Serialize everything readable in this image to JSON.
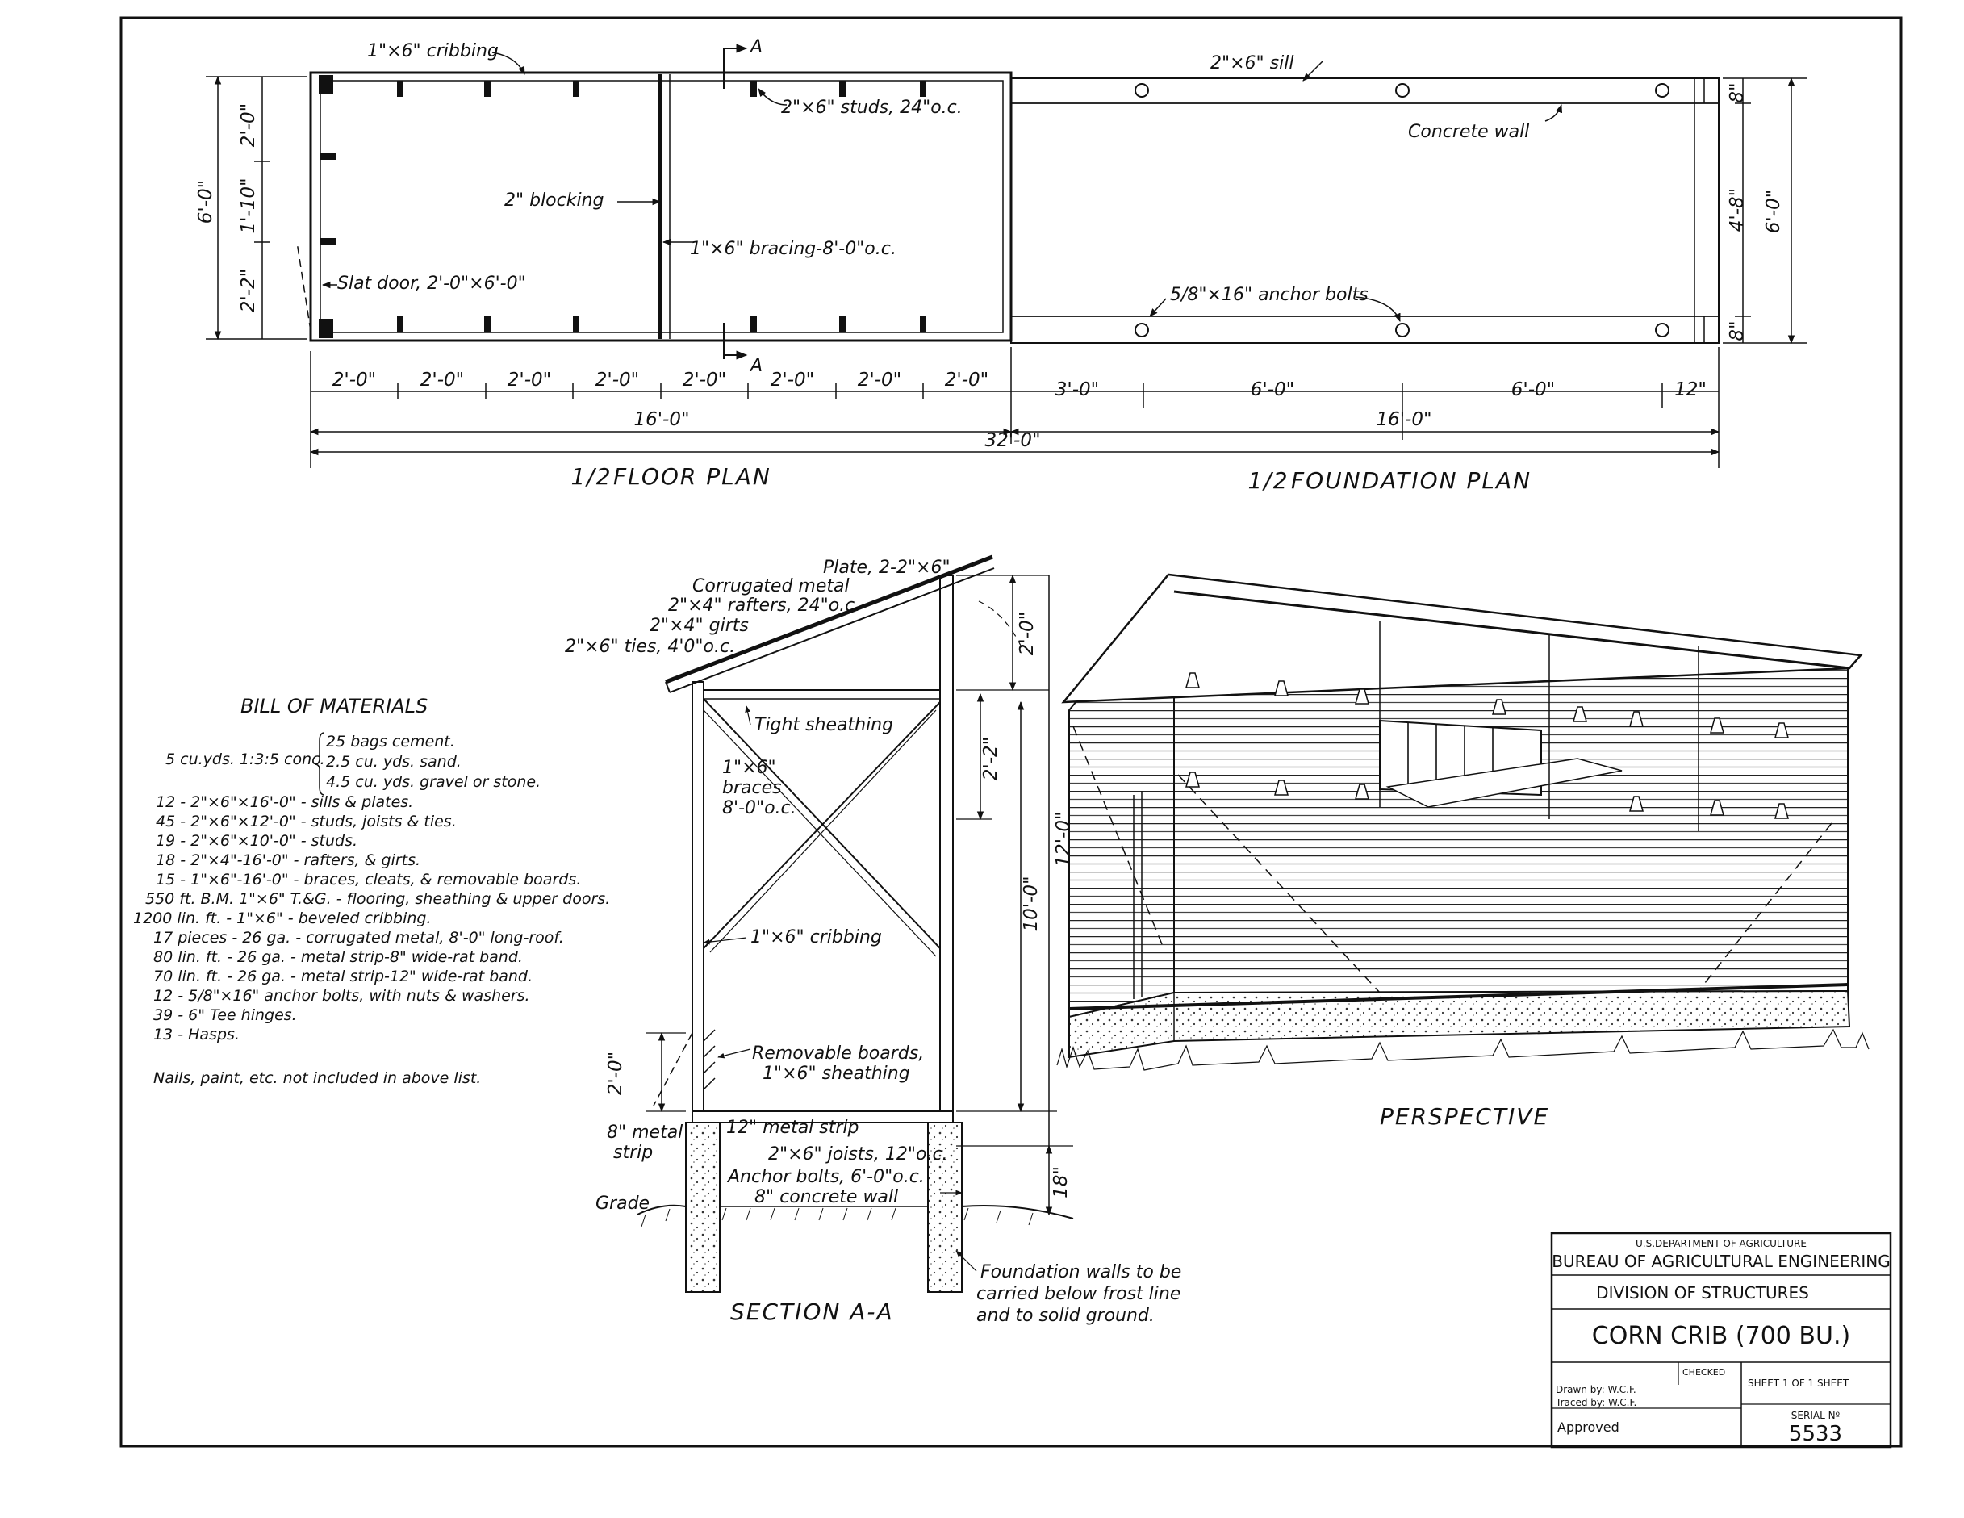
{
  "floor_plan": {
    "title": "FLOOR PLAN",
    "half": "1/2",
    "labels": {
      "cribbing": "1\"×6\" cribbing",
      "studs": "2\"×6\" studs, 24\"o.c.",
      "blocking": "2\" blocking",
      "bracing": "1\"×6\" bracing-8'-0\"o.c.",
      "slat_door": "Slat door, 2'-0\"×6'-0\"",
      "section_mark": "A"
    },
    "vertical_dims": [
      "2'-0\"",
      "1'-10\"",
      "2'-2\""
    ],
    "overall_height": "6'-0\"",
    "bay_dims": [
      "2'-0\"",
      "2'-0\"",
      "2'-0\"",
      "2'-0\"",
      "2'-0\"",
      "2'-0\"",
      "2'-0\"",
      "2'-0\""
    ],
    "length": "16'-0\""
  },
  "foundation_plan": {
    "title": "FOUNDATION PLAN",
    "half": "1/2",
    "labels": {
      "sill": "2\"×6\" sill",
      "concrete_wall": "Concrete wall",
      "anchor_bolts": "5/8\"×16\" anchor bolts"
    },
    "vertical_dims": [
      "8\"",
      "4'-8\"",
      "8\""
    ],
    "overall_height": "6'-0\"",
    "bolt_dims": [
      "3'-0\"",
      "6'-0\"",
      "6'-0\"",
      "12\""
    ],
    "length": "16'-0\""
  },
  "overall_length": "32'-0\"",
  "section": {
    "title": "SECTION A-A",
    "labels": {
      "plate": "Plate, 2-2\"×6\"",
      "metal": "Corrugated metal",
      "rafters": "2\"×4\" rafters, 24\"o.c.",
      "girts": "2\"×4\" girts",
      "ties": "2\"×6\" ties, 4'0\"o.c.",
      "sheathing": "Tight sheathing",
      "braces_1": "1\"×6\"",
      "braces_2": "braces",
      "braces_3": "8'-0\"o.c.",
      "cribbing": "1\"×6\" cribbing",
      "removable_1": "Removable boards,",
      "removable_2": "1\"×6\" sheathing",
      "metal_strip_1": "8\" metal",
      "metal_strip_2": "strip",
      "strip12": "12\" metal strip",
      "joists": "2\"×6\" joists, 12\"o.c.",
      "anchor": "Anchor bolts, 6'-0\"o.c.",
      "wall": "8\" concrete wall",
      "grade": "Grade",
      "foundation_1": "Foundation walls to be",
      "foundation_2": "carried below frost line",
      "foundation_3": "and to solid ground."
    },
    "dims": {
      "top": "2'-0\"",
      "mid": "2'-2\"",
      "low": "2'-0\"",
      "height": "10'-0\"",
      "total": "12'-0\"",
      "base": "18\""
    }
  },
  "perspective": {
    "title": "PERSPECTIVE"
  },
  "bill_of_materials": {
    "title": "BILL OF MATERIALS",
    "concrete": {
      "qty": "5 cu.yds. 1:3:5 conc.",
      "items": [
        "25 bags cement.",
        "2.5 cu. yds. sand.",
        "4.5 cu. yds. gravel or stone."
      ]
    },
    "lines": [
      "12 - 2\"×6\"×16'-0\" - sills & plates.",
      "45 - 2\"×6\"×12'-0\" - studs, joists & ties.",
      "19 - 2\"×6\"×10'-0\" - studs.",
      "18 - 2\"×4\"-16'-0\" - rafters, & girts.",
      "15 - 1\"×6\"-16'-0\" - braces, cleats, & removable boards.",
      "550 ft. B.M. 1\"×6\" T.&G. - flooring, sheathing & upper doors.",
      "1200 lin. ft. - 1\"×6\" - beveled cribbing.",
      "17 pieces - 26 ga. - corrugated metal, 8'-0\" long-roof.",
      "80 lin. ft. - 26 ga. - metal strip-8\" wide-rat band.",
      "70 lin. ft. - 26 ga. - metal strip-12\" wide-rat band.",
      "12 - 5/8\"×16\" anchor bolts, with nuts & washers.",
      "39 - 6\" Tee hinges.",
      "13 - Hasps."
    ],
    "note": "Nails, paint, etc. not included in above list."
  },
  "title_block": {
    "department": "U.S.DEPARTMENT OF AGRICULTURE",
    "bureau": "BUREAU OF AGRICULTURAL ENGINEERING",
    "division": "DIVISION OF STRUCTURES",
    "title": "CORN CRIB (700 BU.)",
    "checked": "CHECKED",
    "sheet": "SHEET 1 OF 1 SHEET",
    "drawn": "Drawn by: W.C.F.",
    "traced": "Traced by: W.C.F.",
    "approved": "Approved",
    "serial_label": "SERIAL Nº",
    "serial": "5533"
  }
}
